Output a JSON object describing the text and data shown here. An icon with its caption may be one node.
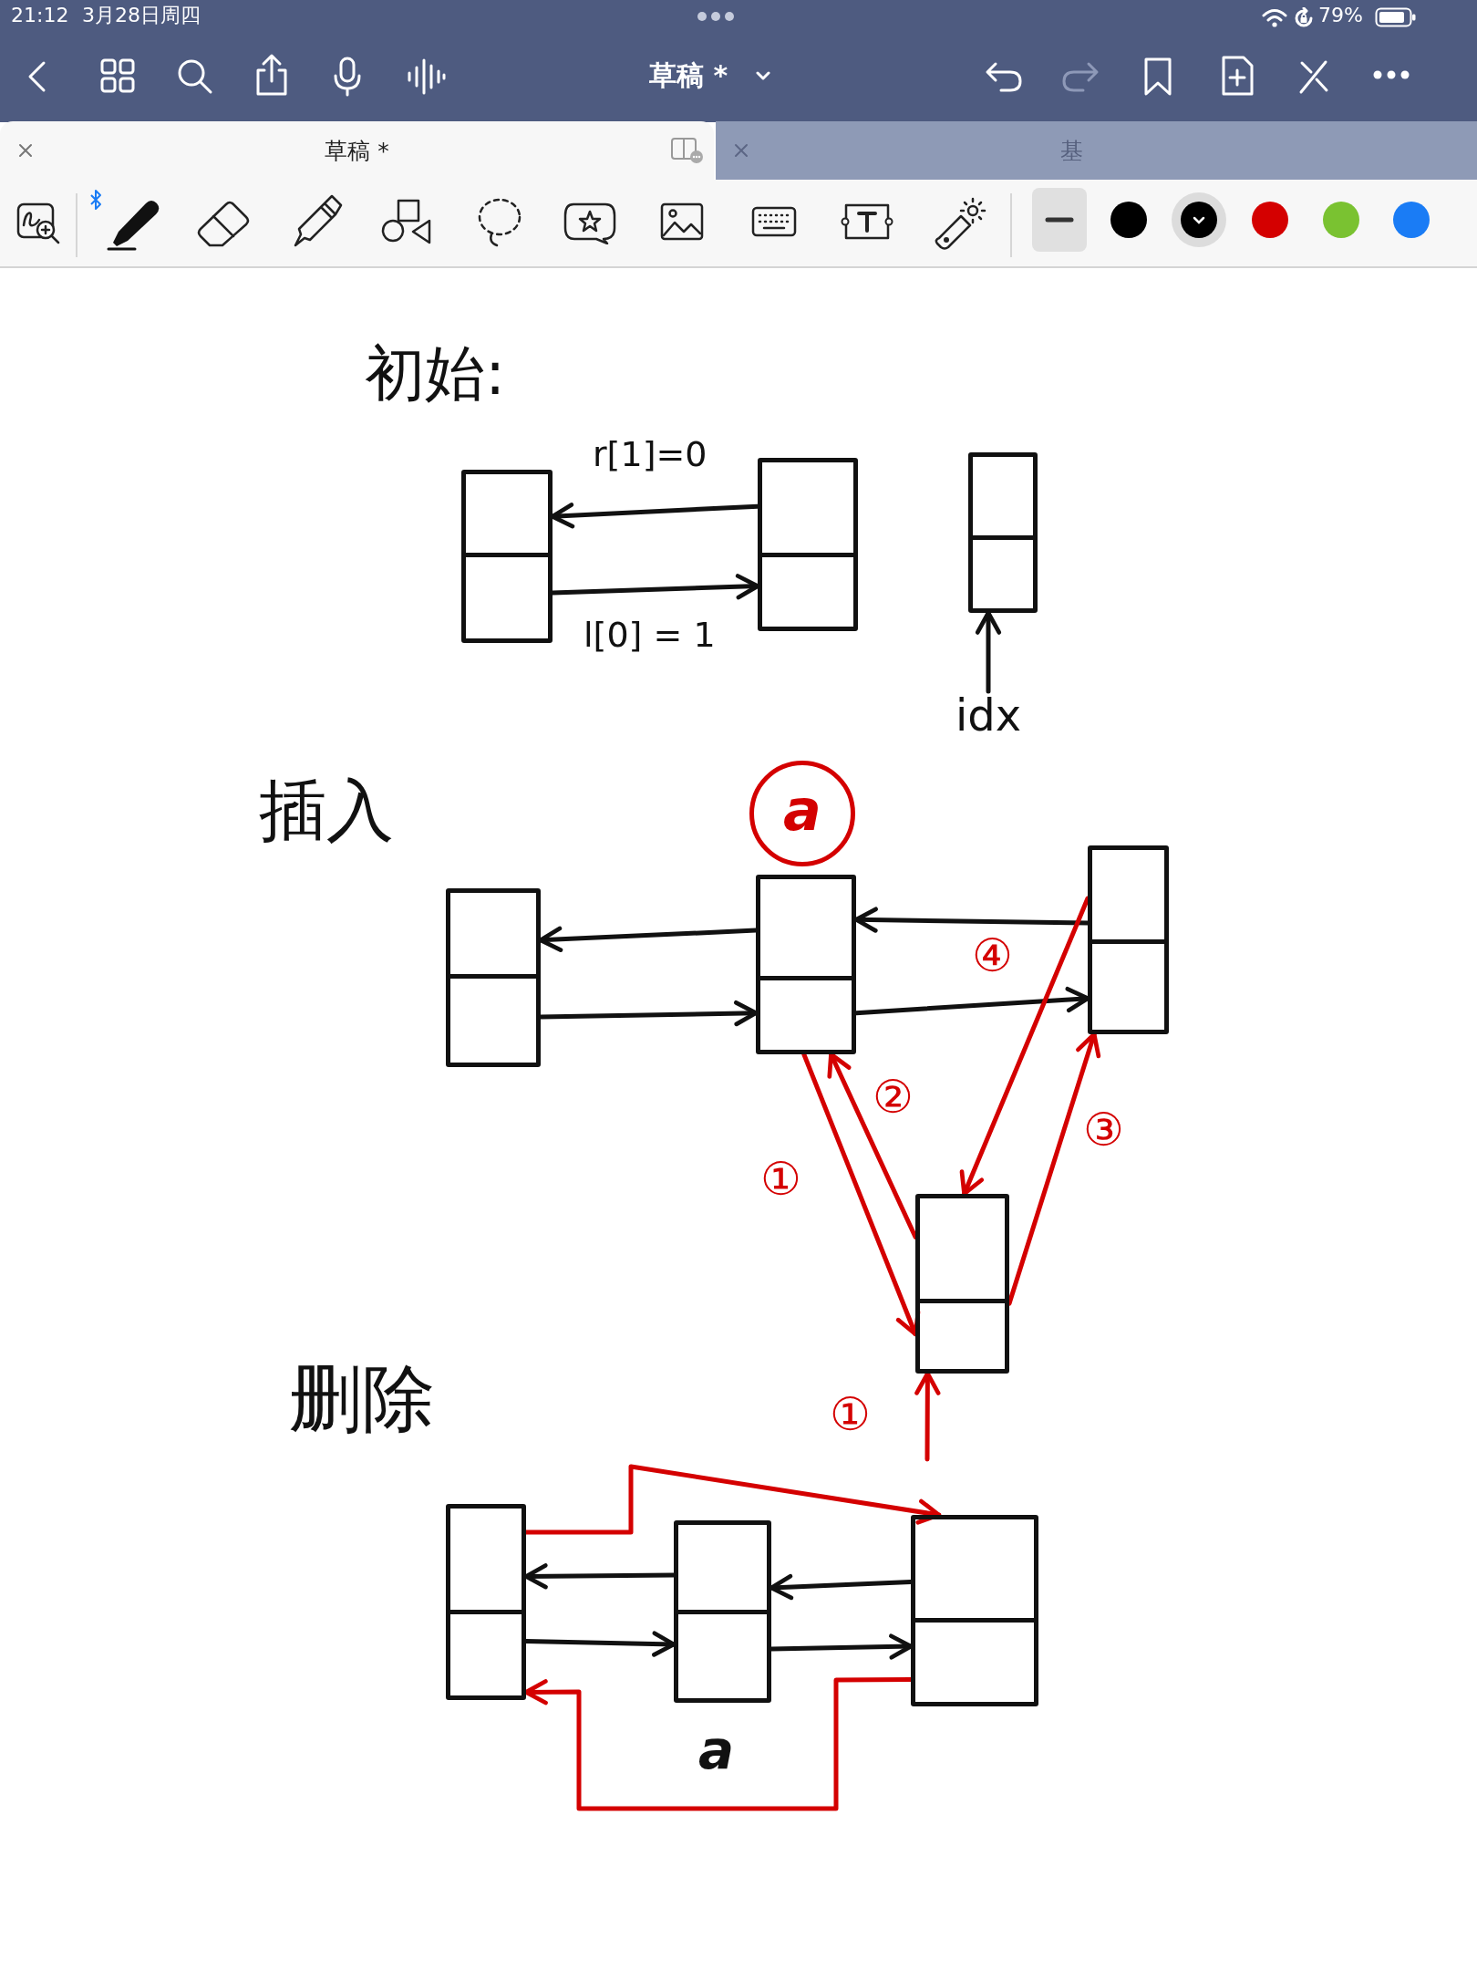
{
  "diagram": {
    "nodes": [
      {
        "text": [],
        "shape": "box"
      },
      {
        "text": [],
        "shape": "box"
      },
      {
        "text": [],
        "shape": "box"
      },
      {
        "text": [
          "idx"
        ]
      },
      {
        "text": [
          "a"
        ]
      },
      {
        "text": [],
        "shape": "box"
      },
      {
        "text": [],
        "shape": "box"
      },
      {
        "text": [],
        "shape": "box"
      },
      {
        "text": [],
        "shape": "box"
      },
      {
        "text": [],
        "shape": "box"
      },
      {
        "text": [],
        "shape": "box",
        "beside": [
          "a"
        ]
      },
      {
        "text": [],
        "shape": "box"
      }
    ],
    "edges": [
      {
        "from": 1,
        "to": 0,
        "arrow": "to",
        "label": "r[1]=0"
      },
      {
        "from": 0,
        "to": 1,
        "arrow": "to",
        "label": "l[0] = 1"
      },
      {
        "from": 3,
        "to": 2,
        "arrow": "to"
      },
      {
        "from": 6,
        "to": 5,
        "arrow": "to"
      },
      {
        "from": 5,
        "to": 6,
        "arrow": "to"
      },
      {
        "from": 7,
        "to": 6,
        "arrow": "to"
      },
      {
        "from": 6,
        "to": 7,
        "arrow": "to"
      },
      {
        "from": 6,
        "to": 8,
        "arrow": "to",
        "label": "①",
        "color": "#d40000"
      },
      {
        "from": 8,
        "to": 6,
        "arrow": "to",
        "label": "②",
        "color": "#d40000"
      },
      {
        "from": 8,
        "to": 7,
        "arrow": "to",
        "label": "③",
        "color": "#d40000"
      },
      {
        "from": 7,
        "to": 8,
        "arrow": "to",
        "label": "④",
        "color": "#d40000"
      },
      {
        "from": null,
        "to": 8,
        "arrow": "to",
        "label": "①",
        "color": "#d40000"
      },
      {
        "from": 10,
        "to": 9,
        "arrow": "to"
      },
      {
        "from": 9,
        "to": 10,
        "arrow": "to"
      },
      {
        "from": 11,
        "to": 10,
        "arrow": "to"
      },
      {
        "from": 10,
        "to": 11,
        "arrow": "to"
      },
      {
        "from": 9,
        "to": 11,
        "arrow": "to",
        "color": "#d40000"
      },
      {
        "from": 11,
        "to": 9,
        "arrow": "to",
        "color": "#d40000"
      }
    ],
    "labels": [
      "21:12",
      "3月28日周四",
      "79%",
      "草稿 *",
      "草稿 *",
      "基",
      "初始:",
      "插入",
      "删除"
    ]
  }
}
